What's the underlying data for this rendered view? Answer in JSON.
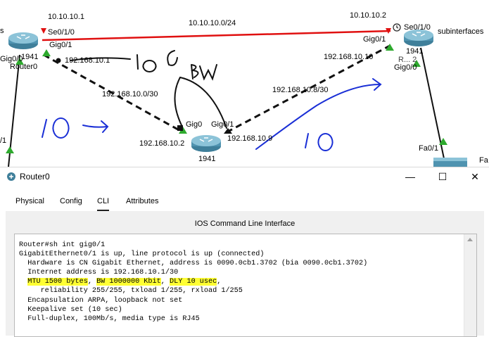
{
  "topology": {
    "router0": {
      "name": "Router0",
      "model": "1941",
      "top_ip": "10.10.10.1",
      "serial_port": "Se0/1/0",
      "gig01": "Gig0/1",
      "gig00": "Gig0/0",
      "lan_ip": "192.168.10.1",
      "edge_left": "s"
    },
    "router_right": {
      "model": "1941",
      "name_partial": "R... 2",
      "top_ip": "10.10.10.2",
      "serial_port": "Se0/1/0",
      "gig01": "Gig0/1",
      "gig00": "Gig0/0",
      "lan_ip": "192.168.10.10",
      "note": "subinterfaces"
    },
    "router_mid": {
      "model": "1941",
      "ip_left": "192.168.10.2",
      "ip_right": "192.168.10.9",
      "port_left": "Gig0",
      "port_right": "Gig0/1"
    },
    "serial_network": "10.10.10.0/24",
    "net_left": "192.168.10.0/30",
    "net_right": "192.168.10.8/30",
    "left_edge_port": "/1",
    "right_switch_port": "Fa0/1",
    "far_right_label": "Fa",
    "annotations": {
      "serial_cost": "106",
      "bw": "BW",
      "left_cost": "10",
      "right_cost": "10"
    }
  },
  "window": {
    "title": "Router0",
    "minimize": "—",
    "maximize": "☐",
    "close": "✕"
  },
  "tabs": [
    {
      "label": "Physical"
    },
    {
      "label": "Config"
    },
    {
      "label": "CLI"
    },
    {
      "label": "Attributes"
    }
  ],
  "panel_title": "IOS Command Line Interface",
  "cli": {
    "line1": "Router#sh int gig0/1",
    "line2": "GigabitEthernet0/1 is up, line protocol is up (connected)",
    "line3": "  Hardware is CN Gigabit Ethernet, address is 0090.0cb1.3702 (bia 0090.0cb1.3702)",
    "line4": "  Internet address is 192.168.10.1/30",
    "line5_indent": "  ",
    "line5_mtu": "MTU 1500 bytes",
    "line5_sep1": ", ",
    "line5_bw": "BW 1000000 Kbit",
    "line5_sep2": ", ",
    "line5_dly": "DLY 10 usec",
    "line5_end": ",",
    "line6": "     reliability 255/255, txload 1/255, rxload 1/255",
    "line7": "  Encapsulation ARPA, loopback not set",
    "line8": "  Keepalive set (10 sec)",
    "line9": "  Full-duplex, 100Mb/s, media type is RJ45"
  },
  "colors": {
    "highlight": "#ffff33",
    "serial_link": "#e01010",
    "ink_blue": "#1a2fd6",
    "port_up": "#2eaa2e"
  }
}
